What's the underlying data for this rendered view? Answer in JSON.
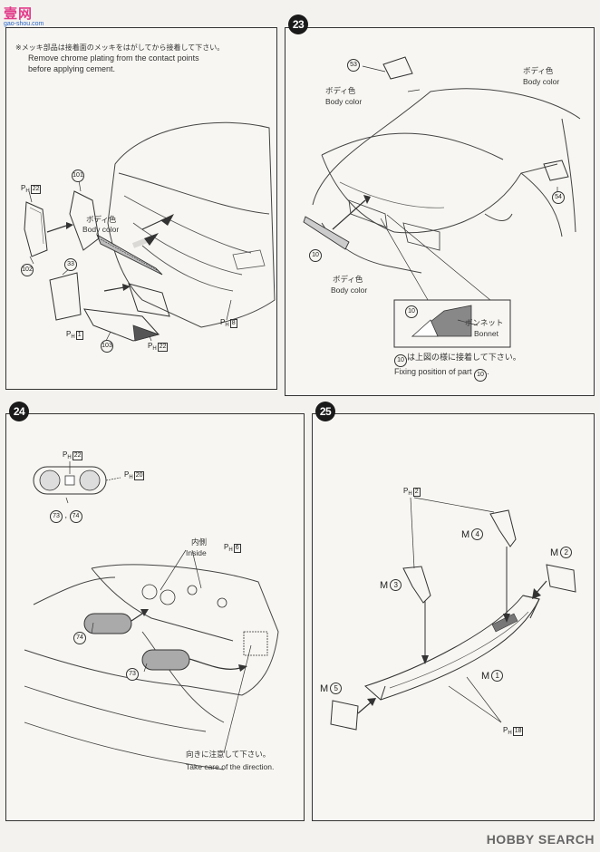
{
  "logo": {
    "main": "壹网",
    "sub": "gao-shou.com"
  },
  "watermark": "HOBBY SEARCH",
  "step22": {
    "note_jp": "※メッキ部品は接着面のメッキをはがしてから接着して下さい。",
    "note_en_1": "Remove chrome plating from the contact points",
    "note_en_2": "before applying cement.",
    "body_color_jp": "ボディ色",
    "body_color_en": "Body color",
    "parts": [
      "101",
      "102",
      "33",
      "103"
    ],
    "ph": [
      {
        "prefix": "P",
        "sub": "H",
        "num": "22"
      },
      {
        "prefix": "P",
        "sub": "H",
        "num": "1"
      },
      {
        "prefix": "P",
        "sub": "H",
        "num": "22"
      },
      {
        "prefix": "P",
        "sub": "H",
        "num": "8"
      }
    ]
  },
  "step23": {
    "number": "23",
    "body_color_jp": "ボディ色",
    "body_color_en": "Body color",
    "parts": [
      "53",
      "54",
      "10",
      "10"
    ],
    "bonnet_jp": "ボンネット",
    "bonnet_en": "Bonnet",
    "fix_jp": "は上図の様に接着して下さい。",
    "fix_part": "10",
    "fix_en": "Fixing position of part",
    "fix_en_part": "10"
  },
  "step24": {
    "number": "24",
    "ph_top": {
      "prefix": "P",
      "sub": "H",
      "num": "22"
    },
    "ph_right": {
      "prefix": "P",
      "sub": "H",
      "num": "20"
    },
    "ph_inside": {
      "prefix": "P",
      "sub": "H",
      "num": "6"
    },
    "parts_pair": [
      "73",
      "74"
    ],
    "inside_jp": "内側",
    "inside_en": "Inside",
    "parts": [
      "74",
      "73"
    ],
    "direction_jp": "向きに注意して下さい。",
    "direction_en": "Take care of the direction."
  },
  "step25": {
    "number": "25",
    "ph_top": {
      "prefix": "P",
      "sub": "H",
      "num": "2"
    },
    "ph_bottom": {
      "prefix": "P",
      "sub": "H",
      "num": "18"
    },
    "m_parts": [
      {
        "label": "M",
        "num": "4"
      },
      {
        "label": "M",
        "num": "3"
      },
      {
        "label": "M",
        "num": "2"
      },
      {
        "label": "M",
        "num": "1"
      },
      {
        "label": "M",
        "num": "5"
      }
    ]
  }
}
